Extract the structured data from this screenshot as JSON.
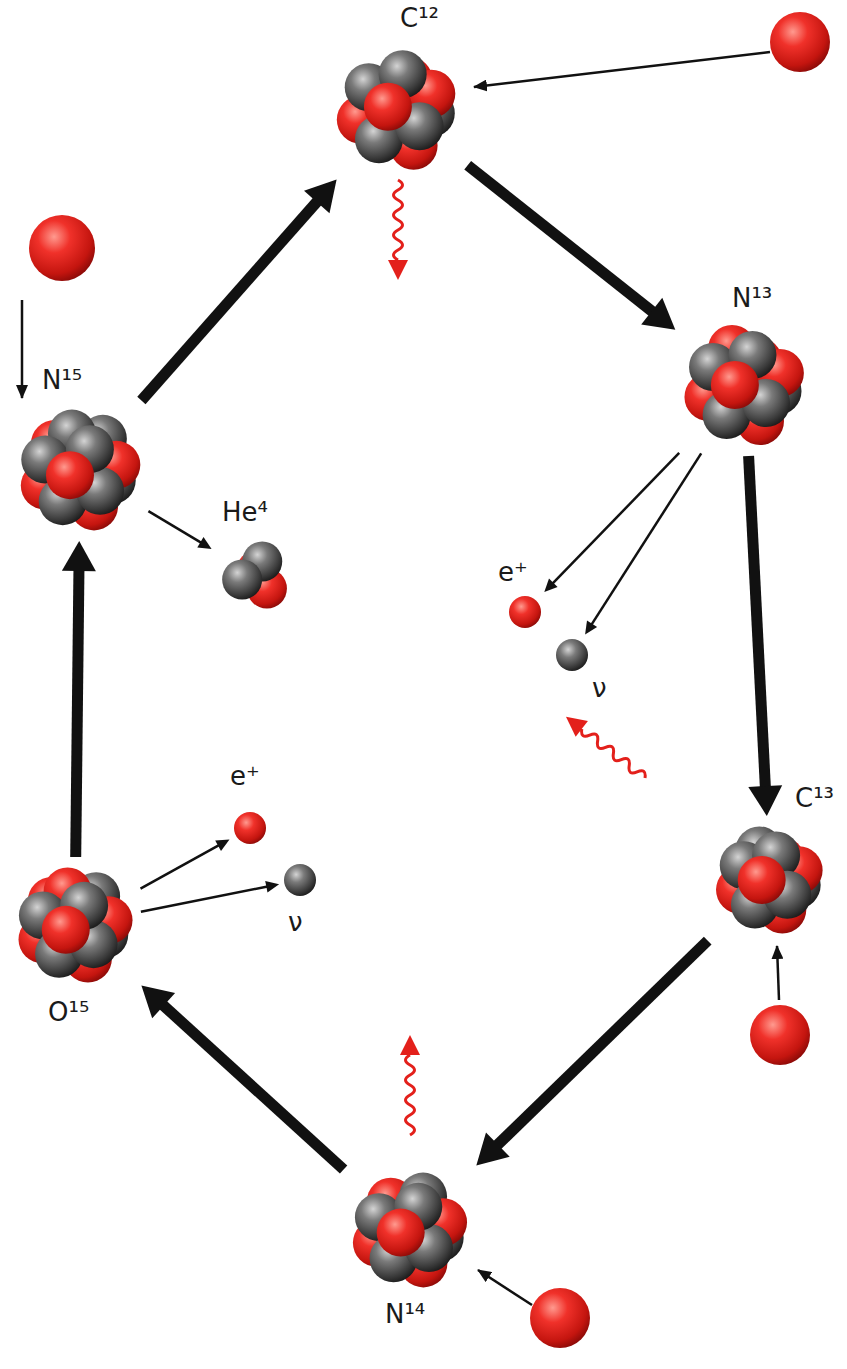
{
  "diagram": {
    "nodes": [
      {
        "text": [
          "C¹²"
        ]
      },
      {
        "text": [
          "N¹³"
        ]
      },
      {
        "text": [
          "C¹³"
        ]
      },
      {
        "text": [
          "N¹⁴"
        ]
      },
      {
        "text": [
          "O¹⁵"
        ]
      },
      {
        "text": [
          "N¹⁵"
        ]
      },
      {
        "text": [
          "He⁴"
        ]
      },
      {
        "text": [
          "e⁺"
        ]
      },
      {
        "text": [
          "ν"
        ]
      },
      {
        "text": [
          "e⁺"
        ]
      },
      {
        "text": [
          "ν"
        ]
      }
    ],
    "edges": [
      {
        "from": 0,
        "to": 1,
        "arrow": "to"
      },
      {
        "from": 1,
        "to": 2,
        "arrow": "to"
      },
      {
        "from": 2,
        "to": 3,
        "arrow": "to"
      },
      {
        "from": 3,
        "to": 4,
        "arrow": "to"
      },
      {
        "from": 4,
        "to": 5,
        "arrow": "to"
      },
      {
        "from": 5,
        "to": 0,
        "arrow": "to"
      },
      {
        "from": 5,
        "to": 6,
        "arrow": "to"
      },
      {
        "from": 1,
        "to": 7,
        "arrow": "to"
      },
      {
        "from": 1,
        "to": 8,
        "arrow": "to"
      },
      {
        "from": 4,
        "to": 9,
        "arrow": "to"
      },
      {
        "from": 4,
        "to": 10,
        "arrow": "to"
      }
    ]
  }
}
